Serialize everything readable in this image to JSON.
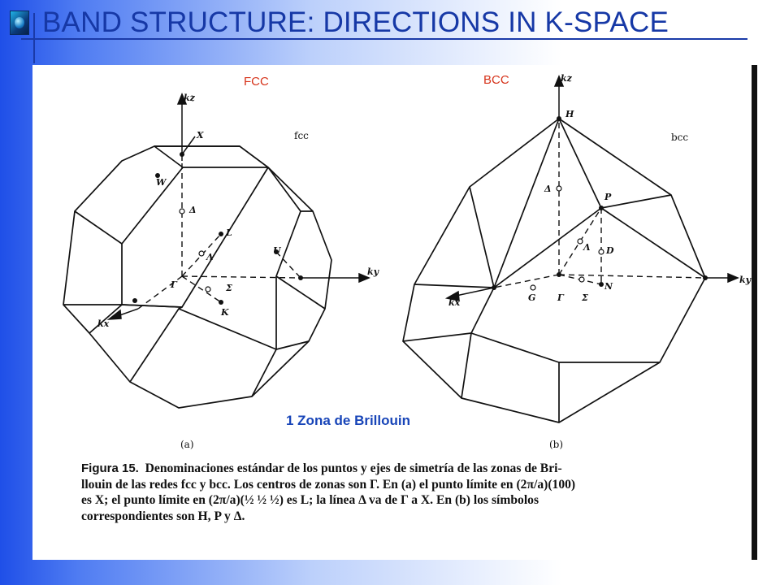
{
  "title": "BAND STRUCTURE: DIRECTIONS IN K-SPACE",
  "diagram": {
    "fcc": {
      "panel_label": "FCC",
      "corner_label": "fcc",
      "sub_label": "(a)",
      "points": {
        "kz": "kz",
        "X": "X",
        "W": "W",
        "Delta": "Δ",
        "L": "L",
        "Lambda": "Λ",
        "U": "U",
        "Gamma": "Γ",
        "Sigma": "Σ",
        "K": "K",
        "ky": "ky",
        "kx": "kx"
      }
    },
    "bcc": {
      "panel_label": "BCC",
      "corner_label": "bcc",
      "sub_label": "(b)",
      "points": {
        "kz": "kz",
        "H": "H",
        "Delta": "Δ",
        "P": "P",
        "Lambda": "Λ",
        "D": "D",
        "N": "N",
        "G": "G",
        "Gamma": "Γ",
        "Sigma": "Σ",
        "ky": "ky",
        "kx": "kx"
      }
    },
    "zone_label": "1 Zona de Brillouin"
  },
  "caption": {
    "figure_number": "Figura 15.",
    "lines": [
      "Denominaciones estándar de los puntos y ejes de simetría de las zonas de Bri-",
      "llouin de las redes fcc y bcc. Los centros de zonas son Γ. En (a) el punto límite en (2π/a)(100)",
      "es X; el punto límite en (2π/a)(½ ½ ½) es L; la línea Δ va de Γ a X. En (b) los símbolos",
      "correspondientes son H, P y Δ."
    ]
  }
}
